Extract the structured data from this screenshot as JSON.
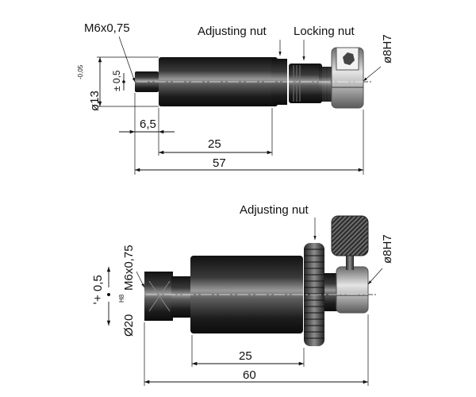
{
  "figure_top": {
    "thread_label": "M6x0,75",
    "adjusting_nut_label": "Adjusting nut",
    "locking_nut_label": "Locking nut",
    "bore_label": "ø8H7",
    "diameter_label": "ø13",
    "diameter_tolerance": "-0,05",
    "travel_label": "± 0,5",
    "dim_small": "6,5",
    "dim_mid": "25",
    "dim_total": "57"
  },
  "figure_bottom": {
    "adjusting_nut_label": "Adjusting nut",
    "bore_label": "ø8H7",
    "thread_label": "M6x0,75",
    "diameter_label": "Ø20",
    "diameter_tolerance": "H8",
    "travel_label": "+ 0,5",
    "travel_minus": "-",
    "dim_mid": "25",
    "dim_total": "60"
  },
  "colors": {
    "body_dark": "#1b1b1b",
    "body_mid": "#5a5a5a",
    "body_light": "#a8a8a8",
    "clamp_light": "#d8d8d8",
    "line": "#111111"
  }
}
